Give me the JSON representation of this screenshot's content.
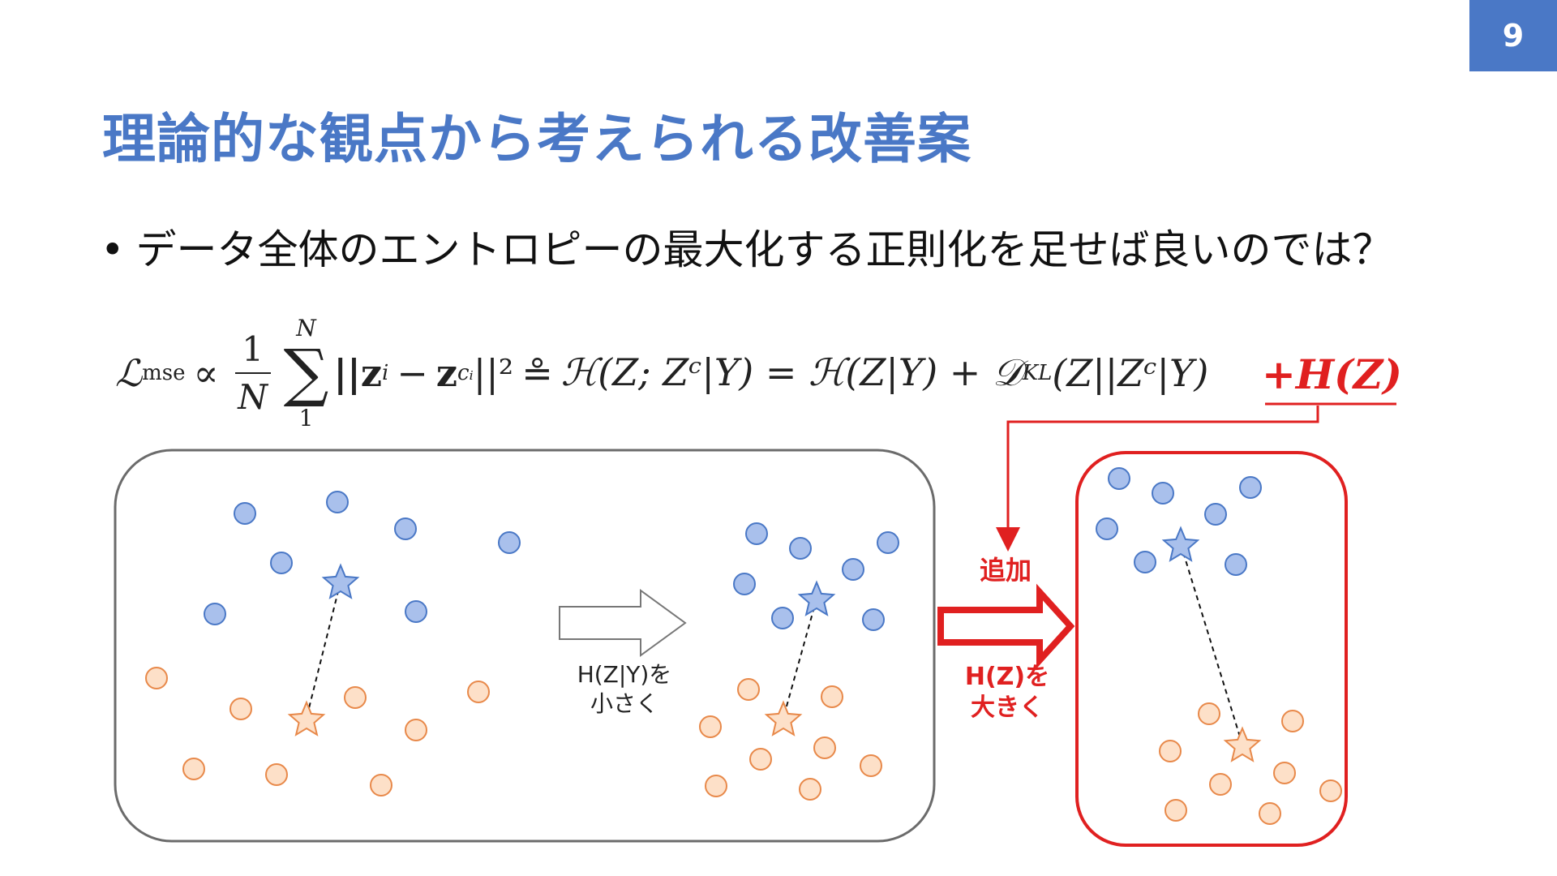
{
  "page_number": "9",
  "title": "理論的な観点から考えられる改善案",
  "bullet": {
    "dot": "•",
    "text": "データ全体のエントロピーの最大化する正則化を足せば良いのでは？"
  },
  "formula": {
    "lhs": "ℒ",
    "lhs_sub": "mse",
    "propto": "∝",
    "frac_num": "1",
    "frac_den": "N",
    "sum_top": "N",
    "sum_bottom": "1",
    "norm_term": "||z",
    "norm_sub_i": "i",
    "minus": "−",
    "norm_term2": "z",
    "norm_sub_ci": "cᵢ",
    "norm_close": "||²",
    "eq_c": "≗",
    "mi": "ℋ(Z; Zᶜ|Y) = ℋ(Z|Y) + 𝒟",
    "kl_sub": "KL",
    "kl": "(Z||Zᶜ|Y)"
  },
  "added_term": "+H(Z)",
  "labels": {
    "small_line1": "H(Z|Y)を",
    "small_line2": "小さく",
    "add": "追加",
    "big_line1": "H(Z)を",
    "big_line2": "大きく"
  },
  "colors": {
    "accent_blue": "#4a78c6",
    "point_blue_fill": "#a9c0ec",
    "point_blue_stroke": "#4a78c6",
    "point_orange_fill": "#fde0c8",
    "point_orange_stroke": "#e8894a",
    "red": "#e02020",
    "box_gray": "#6b6b6b"
  }
}
